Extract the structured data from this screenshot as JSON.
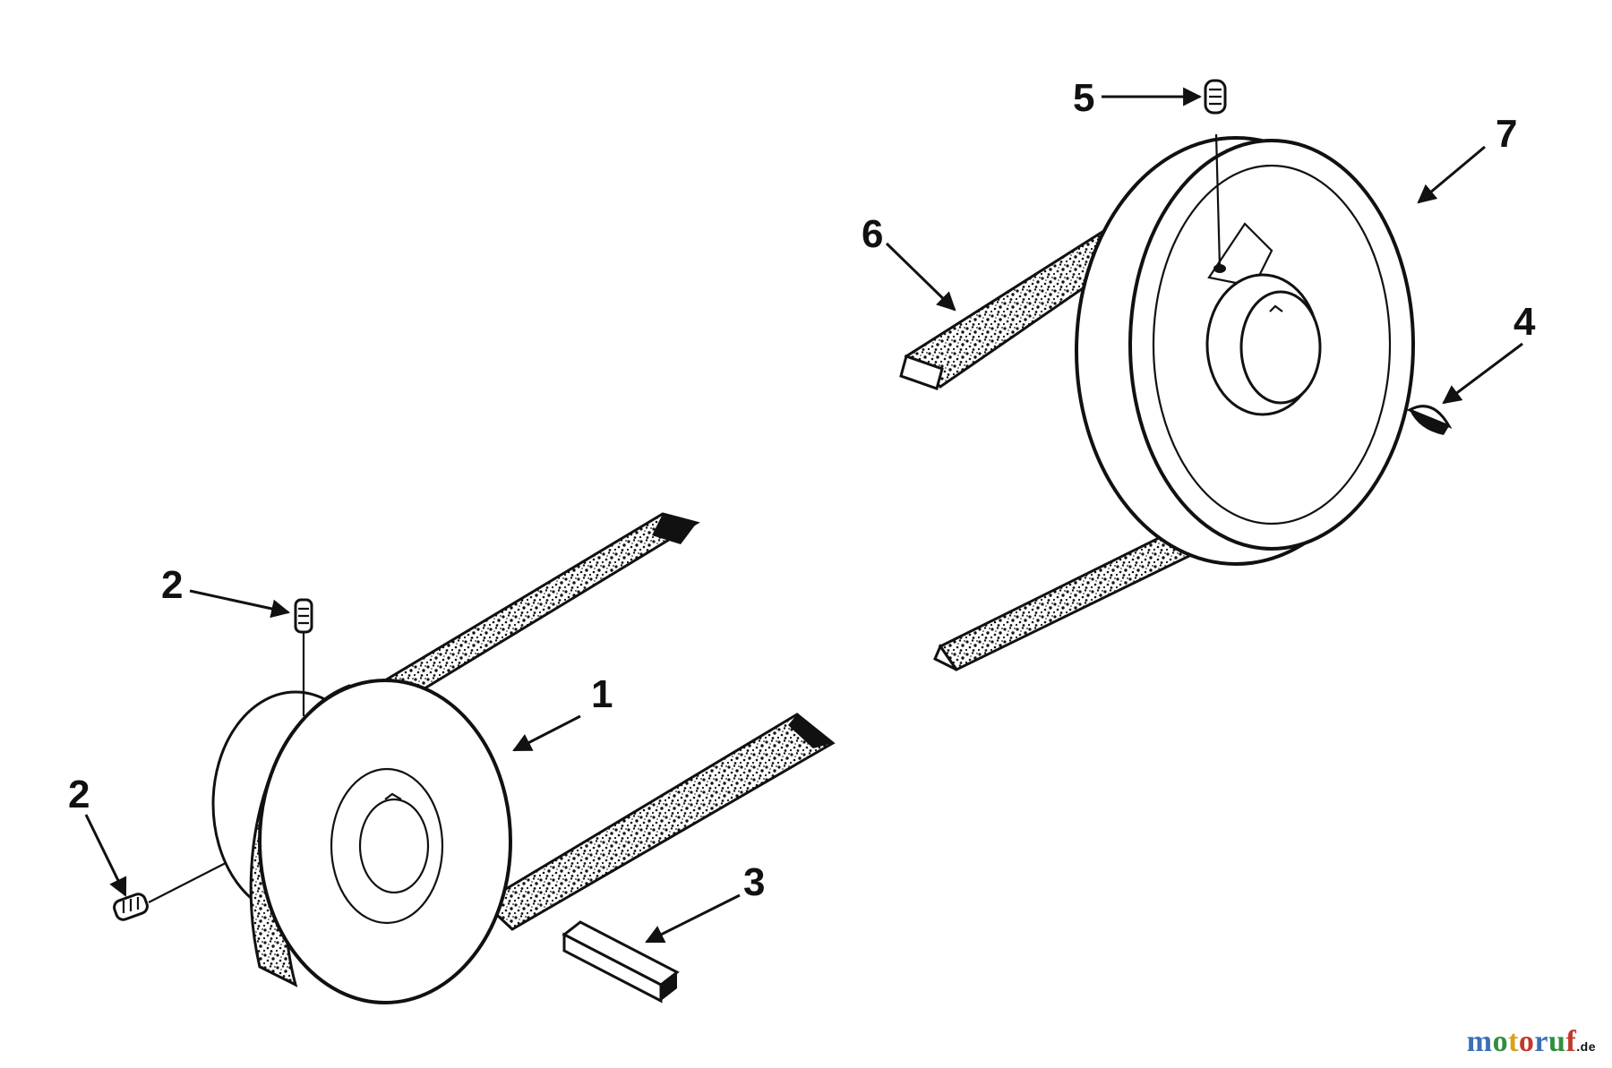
{
  "callouts": {
    "c1": "1",
    "c2a": "2",
    "c2b": "2",
    "c3": "3",
    "c4": "4",
    "c5": "5",
    "c6": "6",
    "c7": "7"
  },
  "watermark": {
    "letters": [
      "m",
      "o",
      "t",
      "o",
      "r",
      "u",
      "f"
    ],
    "suffix": ".de",
    "colors": [
      "#3b6fb6",
      "#2f8f3e",
      "#d9a21b",
      "#c0392b",
      "#3b6fb6",
      "#2f8f3e",
      "#c0392b"
    ]
  },
  "colors": {
    "ink": "#111111",
    "background": "#ffffff"
  }
}
